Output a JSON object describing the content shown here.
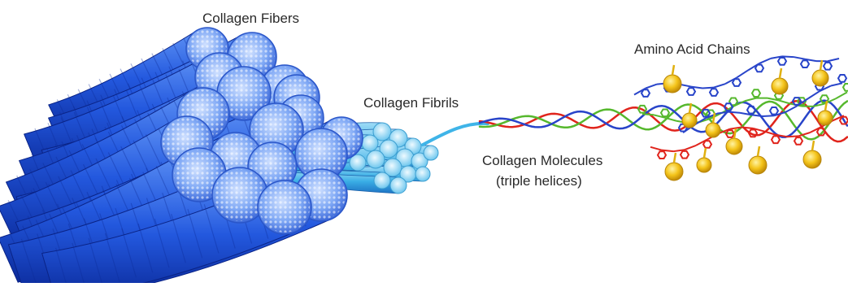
{
  "labels": {
    "fibers": "Collagen Fibers",
    "fibrils": "Collagen Fibrils",
    "molecules": "Collagen Molecules",
    "molecules_sub": "(triple helices)",
    "amino": "Amino Acid Chains"
  },
  "colors": {
    "fiber_dark": "#0a2a9e",
    "fiber_mid": "#1f4fd6",
    "fiber_light": "#4f86f2",
    "fiber_end": "#9fc1ff",
    "fibril": "#3fb4e8",
    "fibril_light": "#b7e6fa",
    "helix_red": "#e0241c",
    "helix_green": "#56b82d",
    "helix_blue": "#2844c9",
    "atom_gold": "#f2c21a"
  }
}
